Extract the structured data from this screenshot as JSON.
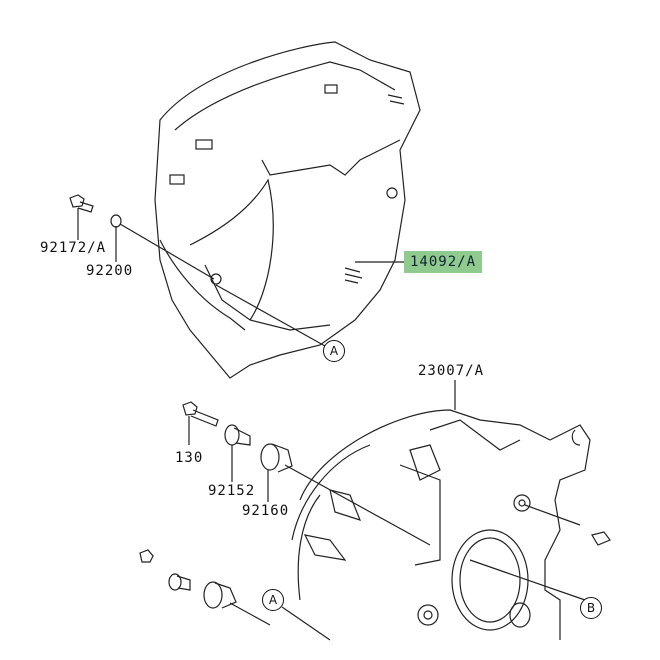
{
  "diagram": {
    "parts": {
      "screw": "92172/A",
      "washer": "92200",
      "cover": "14092/A",
      "housing": "23007/A",
      "bolt": "130",
      "collar": "92152",
      "damper": "92160"
    },
    "refs": {
      "a_upper": "A",
      "a_lower": "A",
      "b": "B"
    },
    "highlight_color": "#8fca8f"
  }
}
